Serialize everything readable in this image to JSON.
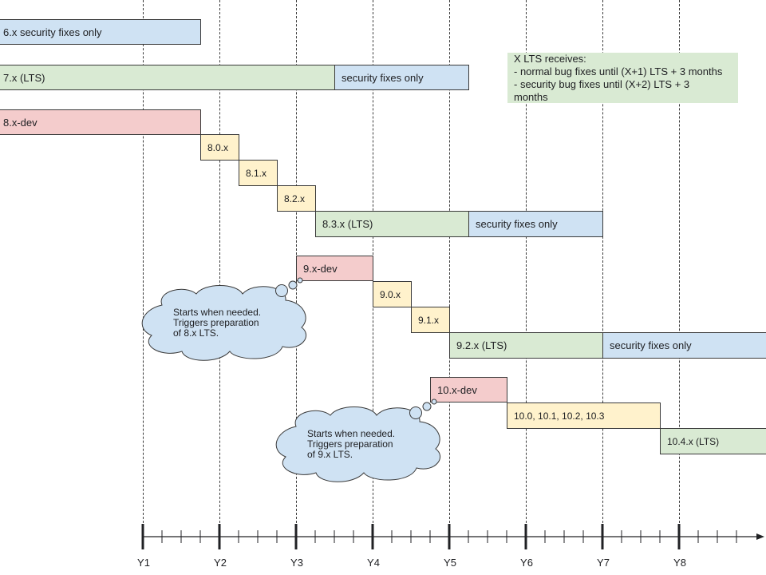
{
  "bars": {
    "b6x": "6.x security fixes only",
    "b7x": "7.x (LTS)",
    "b7x_sec": "security fixes only",
    "b8dev": "8.x-dev",
    "b80": "8.0.x",
    "b81": "8.1.x",
    "b82": "8.2.x",
    "b83": "8.3.x (LTS)",
    "b83_sec": "security fixes only",
    "b9dev": "9.x-dev",
    "b90": "9.0.x",
    "b91": "9.1.x",
    "b92": "9.2.x (LTS)",
    "b92_sec": "security fixes only",
    "b10dev": "10.x-dev",
    "b10minor": "10.0, 10.1, 10.2, 10.3",
    "b104": "10.4.x (LTS)"
  },
  "note": {
    "line1": "X LTS receives:",
    "line2": "- normal bug fixes until (X+1) LTS + 3 months",
    "line3": "- security bug fixes until (X+2) LTS + 3",
    "line4": "months"
  },
  "cloud1": {
    "line1": "Starts when needed.",
    "line2": "Triggers preparation",
    "line3": "of 8.x LTS."
  },
  "cloud2": {
    "line1": "Starts when needed.",
    "line2": "Triggers preparation",
    "line3": "of 9.x LTS."
  },
  "axis": {
    "years": [
      "Y1",
      "Y2",
      "Y3",
      "Y4",
      "Y5",
      "Y6",
      "Y7",
      "Y8"
    ]
  },
  "colors": {
    "lts_green": "#d9ead3",
    "security_blue": "#cfe2f3",
    "dev_red": "#f4cccc",
    "minor_yellow": "#fff2cc",
    "cloud_blue": "#cfe2f3"
  }
}
